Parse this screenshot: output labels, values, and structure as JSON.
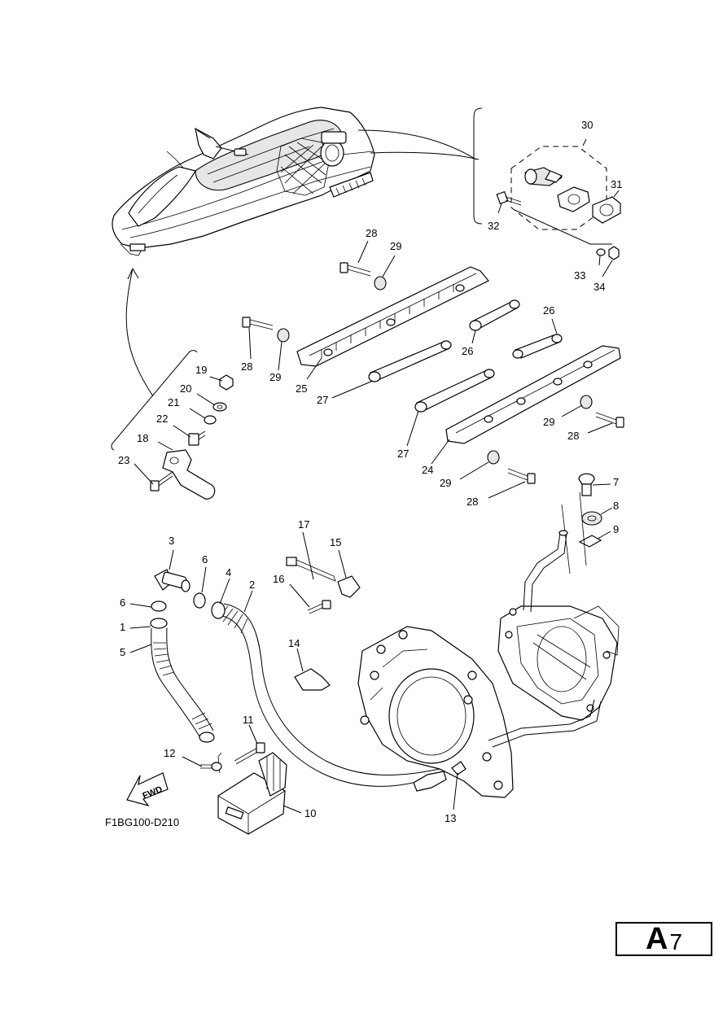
{
  "diagram_code": "F1BG100-D210",
  "page_badge": {
    "letter": "A",
    "number": "7"
  },
  "fwd_arrow_text": "FWD",
  "callouts": {
    "c1": "1",
    "c2": "2",
    "c3": "3",
    "c4": "4",
    "c5": "5",
    "c6a": "6",
    "c6b": "6",
    "c7": "7",
    "c8": "8",
    "c9": "9",
    "c10": "10",
    "c11": "11",
    "c12": "12",
    "c13": "13",
    "c14": "14",
    "c15": "15",
    "c16": "16",
    "c17": "17",
    "c18": "18",
    "c19": "19",
    "c20": "20",
    "c21": "21",
    "c22": "22",
    "c23": "23",
    "c24": "24",
    "c25": "25",
    "c26a": "26",
    "c26b": "26",
    "c27a": "27",
    "c27b": "27",
    "c28a": "28",
    "c28b": "28",
    "c28c": "28",
    "c28d": "28",
    "c29a": "29",
    "c29b": "29",
    "c29c": "29",
    "c29d": "29",
    "c30": "30",
    "c31": "31",
    "c32": "32",
    "c33": "33",
    "c34": "34"
  }
}
